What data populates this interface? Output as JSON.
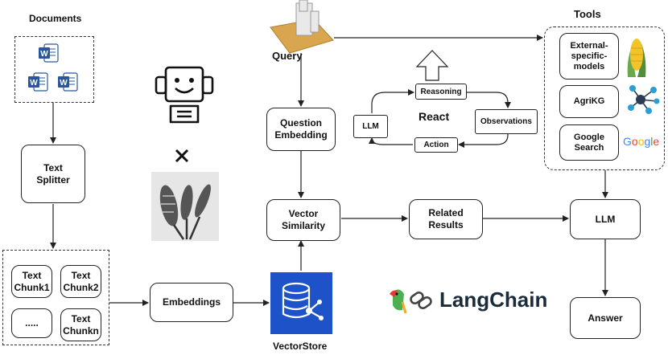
{
  "documents": {
    "title": "Documents"
  },
  "tools": {
    "title": "Tools",
    "items": [
      "External-\nspecific-\nmodels",
      "AgriKG",
      "Google\nSearch"
    ]
  },
  "nodes": {
    "text_splitter": "Text\nSplitter",
    "chunks": [
      "Text\nChunk1",
      "Text\nChunk2",
      ".....",
      "Text\nChunkn"
    ],
    "embeddings": "Embeddings",
    "vectorstore": "VectorStore",
    "query": "Query",
    "question_embedding": "Question\nEmbedding",
    "vector_similarity": "Vector\nSimilarity",
    "related_results": "Related\nResults",
    "llm": "LLM",
    "answer": "Answer"
  },
  "react": {
    "title": "React",
    "reasoning": "Reasoning",
    "observations": "Observations",
    "action": "Action",
    "llm": "LLM"
  },
  "logos": {
    "google": "Google",
    "langchain": "LangChain"
  },
  "colors": {
    "word_blue": "#2B579A",
    "vectorstore_blue": "#1E52C8",
    "query_tan": "#D9A54E"
  }
}
